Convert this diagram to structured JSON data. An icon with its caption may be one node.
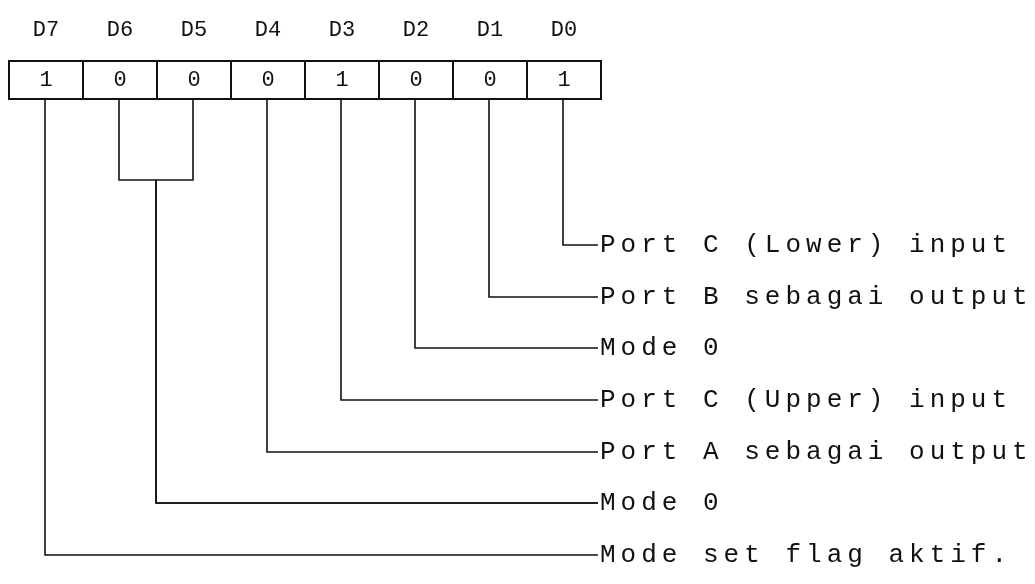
{
  "diagram": {
    "nodes": [
      {
        "text": [
          "1"
        ],
        "beside": [
          "D7"
        ]
      },
      {
        "text": [
          "0"
        ],
        "beside": [
          "D6"
        ]
      },
      {
        "text": [
          "0"
        ],
        "beside": [
          "D5"
        ]
      },
      {
        "text": [
          "0"
        ],
        "beside": [
          "D4"
        ]
      },
      {
        "text": [
          "1"
        ],
        "beside": [
          "D3"
        ]
      },
      {
        "text": [
          "0"
        ],
        "beside": [
          "D2"
        ]
      },
      {
        "text": [
          "0"
        ],
        "beside": [
          "D1"
        ]
      },
      {
        "text": [
          "1"
        ],
        "beside": [
          "D0"
        ]
      },
      {
        "text": [
          "Port C (Lower) input"
        ]
      },
      {
        "text": [
          "Port B sebagai output"
        ]
      },
      {
        "text": [
          "Mode 0"
        ]
      },
      {
        "text": [
          "Port C (Upper) input"
        ]
      },
      {
        "text": [
          "Port A sebagai output"
        ]
      },
      {
        "text": [
          "Mode 0"
        ]
      },
      {
        "text": [
          "Mode set flag aktif."
        ]
      }
    ],
    "edges": [
      {
        "from": 7,
        "to": 8,
        "arrow": "none"
      },
      {
        "from": 6,
        "to": 9,
        "arrow": "none"
      },
      {
        "from": 5,
        "to": 10,
        "arrow": "none"
      },
      {
        "from": 4,
        "to": 11,
        "arrow": "none"
      },
      {
        "from": 3,
        "to": 12,
        "arrow": "none"
      },
      {
        "from": 1,
        "to": 13,
        "arrow": "none"
      },
      {
        "from": 2,
        "to": 13,
        "arrow": "none"
      },
      {
        "from": 0,
        "to": 14,
        "arrow": "none"
      }
    ]
  }
}
